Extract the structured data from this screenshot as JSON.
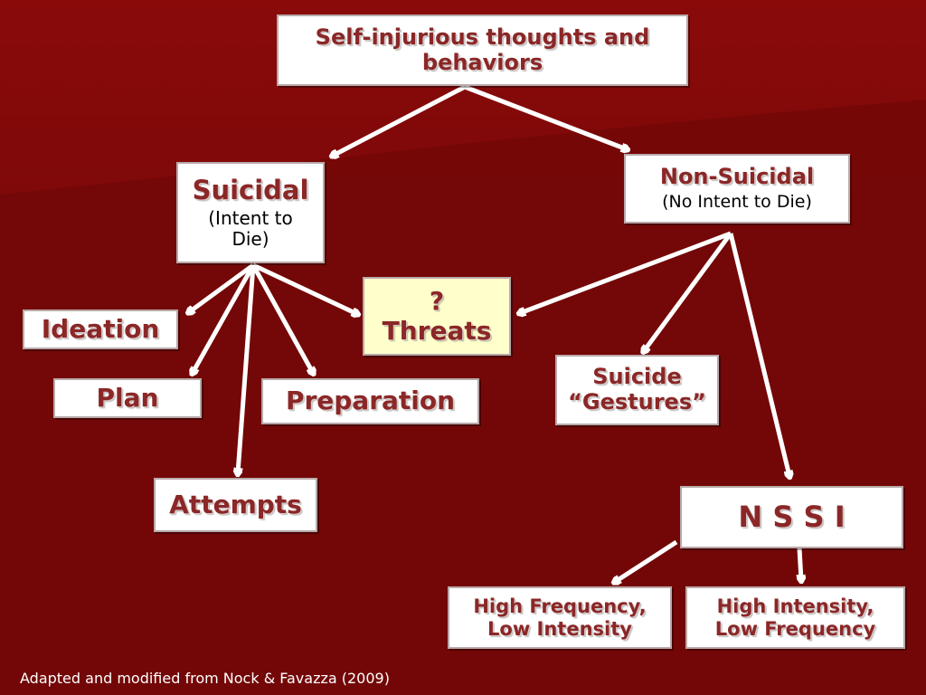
{
  "nodes": {
    "root": {
      "line1": "Self-injurious thoughts and",
      "line2": "behaviors"
    },
    "suicidal": {
      "title": "Suicidal",
      "sub1": "(Intent to",
      "sub2": "Die)"
    },
    "non_suicidal": {
      "title": "Non-Suicidal",
      "sub": "(No Intent to Die)"
    },
    "threats": {
      "line1": "?",
      "line2": "Threats"
    },
    "ideation": {
      "label": "Ideation"
    },
    "plan": {
      "label": "Plan"
    },
    "preparation": {
      "label": "Preparation"
    },
    "attempts": {
      "label": "Attempts"
    },
    "gestures": {
      "line1": "Suicide",
      "line2": "“Gestures”"
    },
    "nssi": {
      "label": "N S S I"
    },
    "high_freq": {
      "line1": "High Frequency,",
      "line2": "Low Intensity"
    },
    "high_int": {
      "line1": "High Intensity,",
      "line2": "Low Frequency"
    }
  },
  "caption": "Adapted and modified from Nock & Favazza (2009)",
  "colors": {
    "background": "#7b0a0a",
    "box_text": "#8b2727",
    "arrow": "#ffffff",
    "threats_fill": "#ffffcc"
  }
}
